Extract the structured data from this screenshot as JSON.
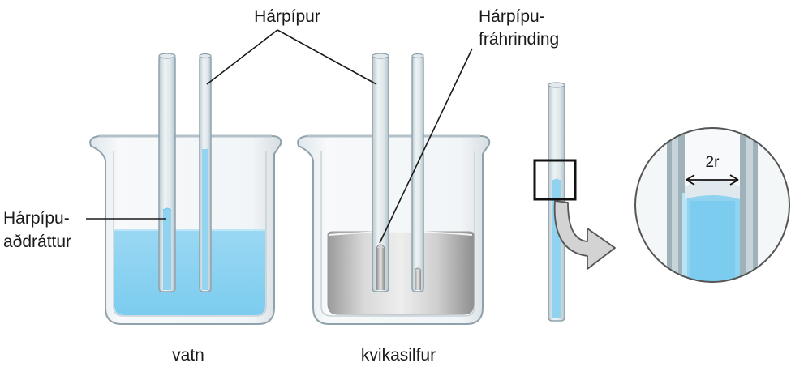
{
  "labels": {
    "capillary_tubes": "Hárpípur",
    "capillary_depression_line1": "Hárpípu-",
    "capillary_depression_line2": "fráhrinding",
    "capillary_rise_line1": "Hárpípu-",
    "capillary_rise_line2": "aðdráttur",
    "water": "vatn",
    "mercury": "kvikasilfur",
    "radius": "2r"
  },
  "colors": {
    "water": "#8fd3f0",
    "water_deep": "#6fc6ee",
    "mercury": "#c9c9c9",
    "mercury_dark": "#a6a6a6",
    "glass_stroke": "#8fa2ab",
    "glass_fill": "#eef2f4",
    "label_line": "#1a1a1a"
  },
  "icons": {
    "arrow": "curved-arrow-icon",
    "zoom": "magnifier-circle"
  }
}
